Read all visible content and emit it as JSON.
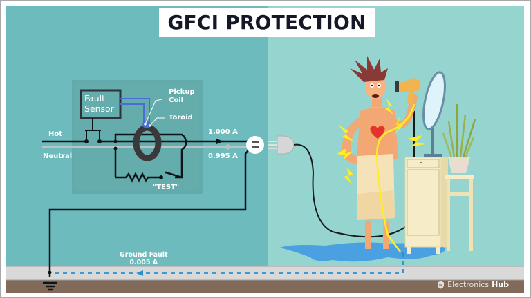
{
  "title": "GFCI PROTECTION",
  "circuit": {
    "fault_sensor_label": "Fault Sensor",
    "fault_sensor_line1": "Fault",
    "fault_sensor_line2": "Sensor",
    "pickup_coil_line1": "Pickup",
    "pickup_coil_line2": "Coil",
    "toroid_label": "Toroid",
    "hot_label": "Hot",
    "neutral_label": "Neutral",
    "hot_current": "1.000 A",
    "neutral_current": "0.995 A",
    "test_button_label": "\"TEST\""
  },
  "ground_fault": {
    "label": "Ground Fault",
    "current": "0.005 A"
  },
  "brand": {
    "name_light": "Electronics",
    "name_bold": "Hub",
    "icon": "shield-logo-icon"
  },
  "colors": {
    "left_wall": "#6dbbbd",
    "right_wall": "#96d4cf",
    "sensor_box": "#62aaab",
    "floor_gray": "#d9d9d9",
    "floor_brown": "#826a5a",
    "ground_fault_dash": "#2b8fcb",
    "pickup_coil": "#4a6cd4",
    "water": "#4aa0e0",
    "lightning": "#ffee22"
  },
  "scene": {
    "illustration": "man being shocked by hair dryer while standing in water",
    "objects": [
      "hair-dryer",
      "mirror",
      "cabinet",
      "plant",
      "towel",
      "water-puddle",
      "plug",
      "outlet"
    ]
  }
}
